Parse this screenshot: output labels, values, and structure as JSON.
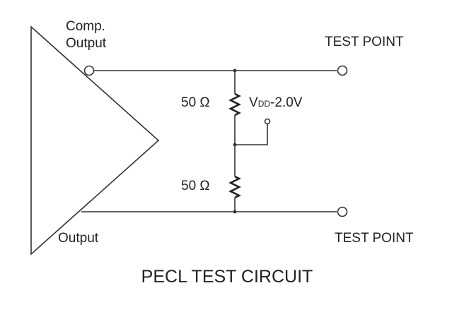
{
  "labels": {
    "comp_output_line1": "Comp.",
    "comp_output_line2": "Output",
    "output": "Output",
    "test_point_top": "TEST POINT",
    "test_point_bottom": "TEST POINT",
    "resistor_top": "50 Ω",
    "resistor_bottom": "50 Ω",
    "vdd_prefix": "V",
    "vdd_subscript": "DD",
    "vdd_suffix": "-2.0V",
    "caption": "PECL TEST CIRCUIT"
  },
  "colors": {
    "line": "#333333",
    "text": "#222222",
    "background": "#ffffff"
  }
}
